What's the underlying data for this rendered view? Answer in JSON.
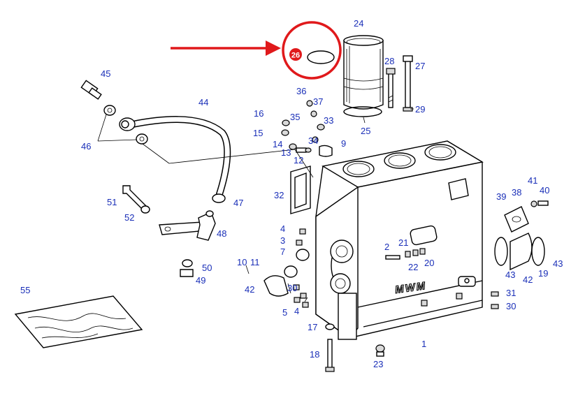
{
  "callouts": {
    "c1": "1",
    "c2": "2",
    "c3": "3",
    "c4a": "4",
    "c4b": "4",
    "c5": "5",
    "c7": "7",
    "c9": "9",
    "c10": "10",
    "c11": "11",
    "c12": "12",
    "c13": "13",
    "c14": "14",
    "c15": "15",
    "c16": "16",
    "c17": "17",
    "c18": "18",
    "c19": "19",
    "c20": "20",
    "c21": "21",
    "c22": "22",
    "c23": "23",
    "c24": "24",
    "c25": "25",
    "c27": "27",
    "c28": "28",
    "c29": "29",
    "c30a": "30",
    "c30b": "30",
    "c31": "31",
    "c32": "32",
    "c33": "33",
    "c34": "34",
    "c35": "35",
    "c36": "36",
    "c37": "37",
    "c38": "38",
    "c39": "39",
    "c40": "40",
    "c41": "41",
    "c42a": "42",
    "c42b": "42",
    "c43a": "43",
    "c43b": "43",
    "c44": "44",
    "c45": "45",
    "c46": "46",
    "c47": "47",
    "c48": "48",
    "c49": "49",
    "c50": "50",
    "c51": "51",
    "c52": "52",
    "c55": "55"
  },
  "highlight": {
    "badge": "26",
    "ring_color": "#e0191b",
    "arrow_color": "#e0191b"
  },
  "block_logo": "MWM",
  "label_color": "#1a2fb8"
}
